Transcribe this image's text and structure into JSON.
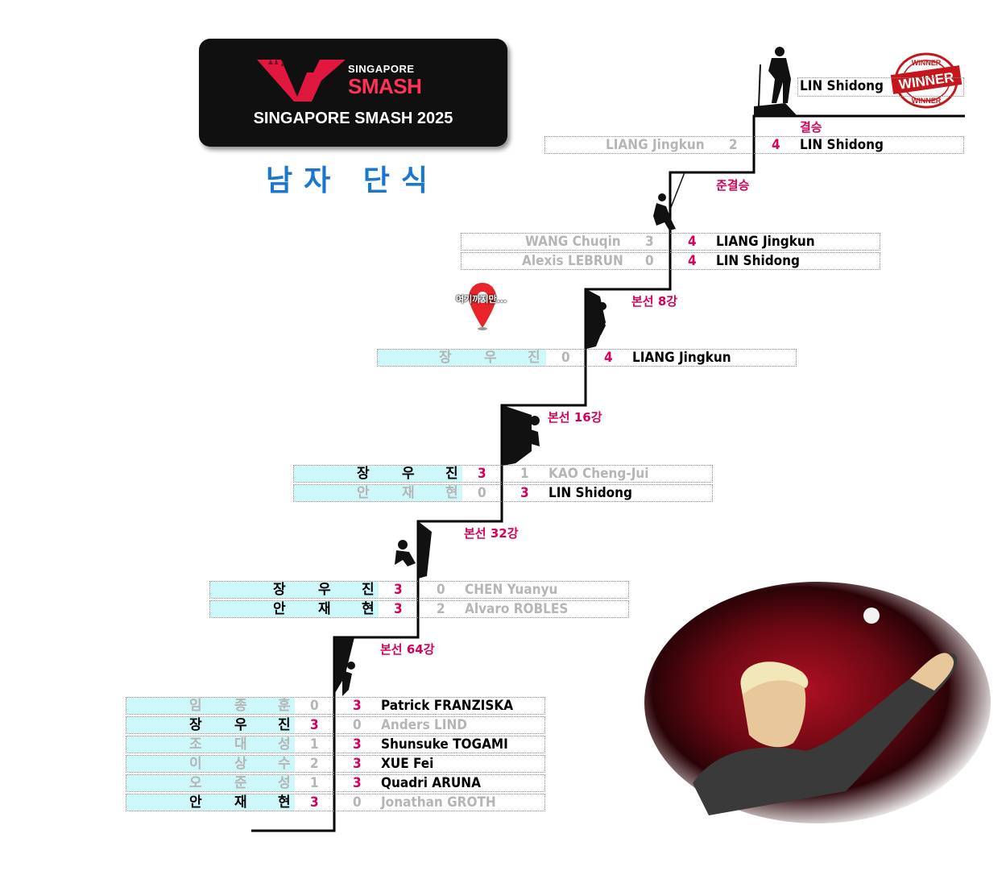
{
  "logo": {
    "brand_top": "SINGAPORE",
    "brand_bottom": "SMASH",
    "caption": "SINGAPORE SMASH 2025"
  },
  "title": "남자 단식",
  "pin_label": "여기까지만...",
  "winner_stamp": {
    "top": "WINNER",
    "center": "WINNER",
    "bottom": "WINNER"
  },
  "champion": "LIN Shidong",
  "rounds": {
    "r64": "본선 64강",
    "r32": "본선 32강",
    "r16": "본선 16강",
    "r8": "본선 8강",
    "semi": "준결승",
    "final": "결승"
  },
  "r64_matches": [
    {
      "kor": [
        "임",
        "종",
        "훈"
      ],
      "kor_score": "0",
      "opp_score": "3",
      "opp": "Patrick FRANZISKA",
      "kor_won": false
    },
    {
      "kor": [
        "장",
        "우",
        "진"
      ],
      "kor_score": "3",
      "opp_score": "0",
      "opp": "Anders LIND",
      "kor_won": true
    },
    {
      "kor": [
        "조",
        "대",
        "성"
      ],
      "kor_score": "1",
      "opp_score": "3",
      "opp": "Shunsuke TOGAMI",
      "kor_won": false
    },
    {
      "kor": [
        "이",
        "상",
        "수"
      ],
      "kor_score": "2",
      "opp_score": "3",
      "opp": "XUE Fei",
      "kor_won": false
    },
    {
      "kor": [
        "오",
        "준",
        "성"
      ],
      "kor_score": "1",
      "opp_score": "3",
      "opp": "Quadri ARUNA",
      "kor_won": false
    },
    {
      "kor": [
        "안",
        "재",
        "현"
      ],
      "kor_score": "3",
      "opp_score": "0",
      "opp": "Jonathan GROTH",
      "kor_won": true
    }
  ],
  "r32_matches": [
    {
      "kor": [
        "장",
        "우",
        "진"
      ],
      "kor_score": "3",
      "opp_score": "0",
      "opp": "CHEN Yuanyu",
      "kor_won": true
    },
    {
      "kor": [
        "안",
        "재",
        "현"
      ],
      "kor_score": "3",
      "opp_score": "2",
      "opp": "Alvaro ROBLES",
      "kor_won": true
    }
  ],
  "r16_matches": [
    {
      "kor": [
        "장",
        "우",
        "진"
      ],
      "kor_score": "3",
      "opp_score": "1",
      "opp": "KAO Cheng-Jui",
      "kor_won": true
    },
    {
      "kor": [
        "안",
        "재",
        "현"
      ],
      "kor_score": "0",
      "opp_score": "3",
      "opp": "LIN Shidong",
      "kor_won": false
    }
  ],
  "r8_matches": [
    {
      "kor": [
        "장",
        "우",
        "진"
      ],
      "kor_score": "0",
      "opp_score": "4",
      "opp": "LIANG Jingkun",
      "kor_won": false
    }
  ],
  "semi_matches": [
    {
      "loser": "WANG Chuqin",
      "loser_score": "3",
      "winner_score": "4",
      "winner": "LIANG Jingkun"
    },
    {
      "loser": "Alexis LEBRUN",
      "loser_score": "0",
      "winner_score": "4",
      "winner": "LIN Shidong"
    }
  ],
  "final_match": {
    "loser": "LIANG Jingkun",
    "loser_score": "2",
    "winner_score": "4",
    "winner": "LIN Shidong"
  },
  "colors": {
    "score_win": "#d6005a",
    "loser_text": "#b5b5b5",
    "kr_bg": "#cdf7f9",
    "title_blue": "#1a77d0"
  }
}
